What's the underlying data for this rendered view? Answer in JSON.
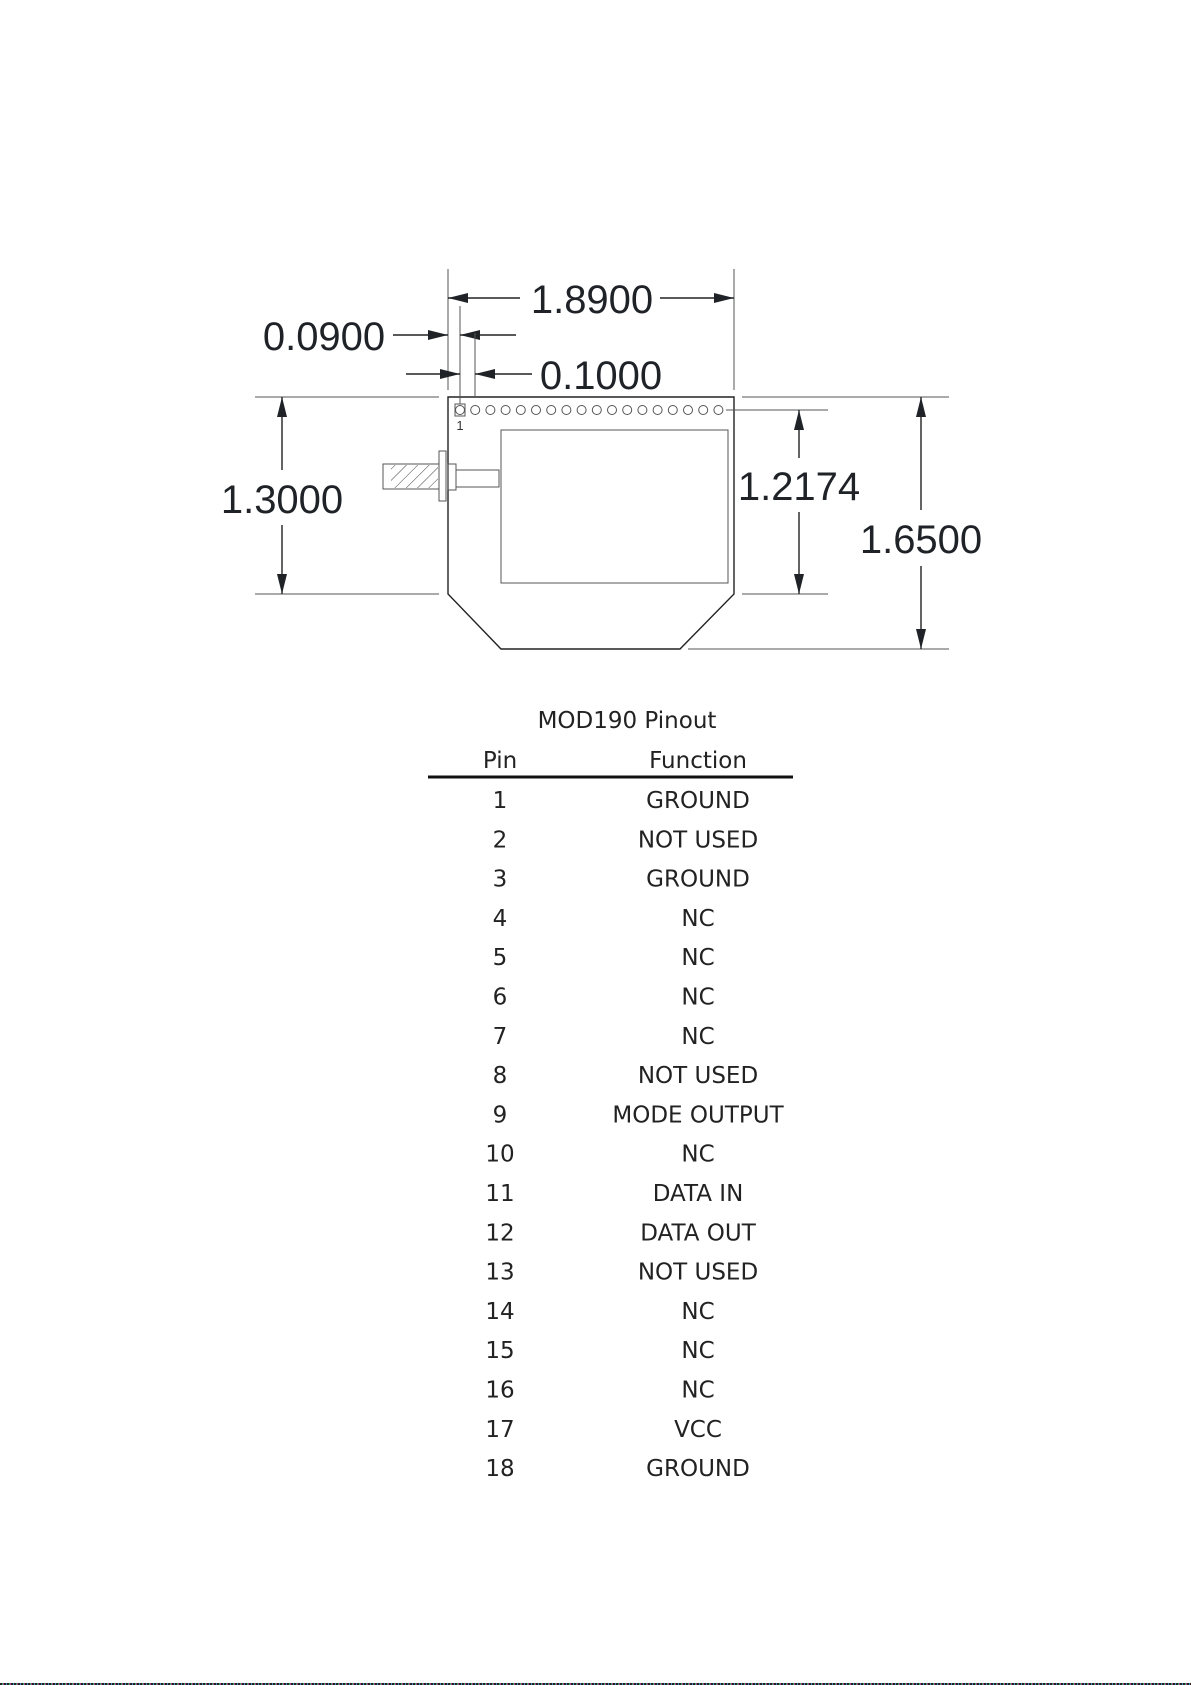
{
  "drawing": {
    "dimensions": {
      "width": "1.8900",
      "pin_offset": "0.0900",
      "pin_pitch": "0.1000",
      "body_height": "1.3000",
      "pin_to_bottom": "1.2174",
      "total_height": "1.6500"
    },
    "pin1_label": "1",
    "pin_count": 18
  },
  "table": {
    "title": "MOD190 Pinout",
    "headers": {
      "pin": "Pin",
      "function": "Function"
    },
    "rows": [
      {
        "pin": "1",
        "function": "GROUND"
      },
      {
        "pin": "2",
        "function": "NOT USED"
      },
      {
        "pin": "3",
        "function": "GROUND"
      },
      {
        "pin": "4",
        "function": "NC"
      },
      {
        "pin": "5",
        "function": "NC"
      },
      {
        "pin": "6",
        "function": "NC"
      },
      {
        "pin": "7",
        "function": "NC"
      },
      {
        "pin": "8",
        "function": "NOT USED"
      },
      {
        "pin": "9",
        "function": "MODE OUTPUT"
      },
      {
        "pin": "10",
        "function": "NC"
      },
      {
        "pin": "11",
        "function": "DATA IN"
      },
      {
        "pin": "12",
        "function": "DATA OUT"
      },
      {
        "pin": "13",
        "function": "NOT USED"
      },
      {
        "pin": "14",
        "function": "NC"
      },
      {
        "pin": "15",
        "function": "NC"
      },
      {
        "pin": "16",
        "function": "NC"
      },
      {
        "pin": "17",
        "function": "VCC"
      },
      {
        "pin": "18",
        "function": "GROUND"
      }
    ]
  }
}
